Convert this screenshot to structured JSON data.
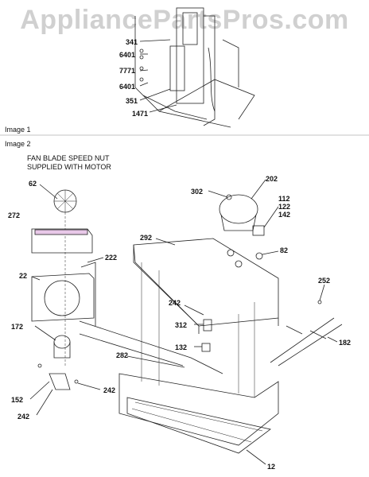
{
  "watermark": "AppliancePartsPros.com",
  "image1": {
    "caption": "Image 1",
    "parts": [
      "341",
      "6401",
      "7771",
      "6401",
      "351",
      "1471"
    ]
  },
  "image2": {
    "caption": "Image 2",
    "note_line1": "FAN BLADE SPEED NUT",
    "note_line2": "SUPPLIED WITH MOTOR",
    "parts": [
      "62",
      "272",
      "222",
      "22",
      "172",
      "152",
      "242",
      "242",
      "282",
      "292",
      "242",
      "312",
      "132",
      "302",
      "202",
      "112",
      "122",
      "142",
      "82",
      "252",
      "182",
      "12"
    ]
  },
  "colors": {
    "line": "#222222",
    "watermark": "#9a9a9a",
    "highlight": "#e8c8e8"
  }
}
